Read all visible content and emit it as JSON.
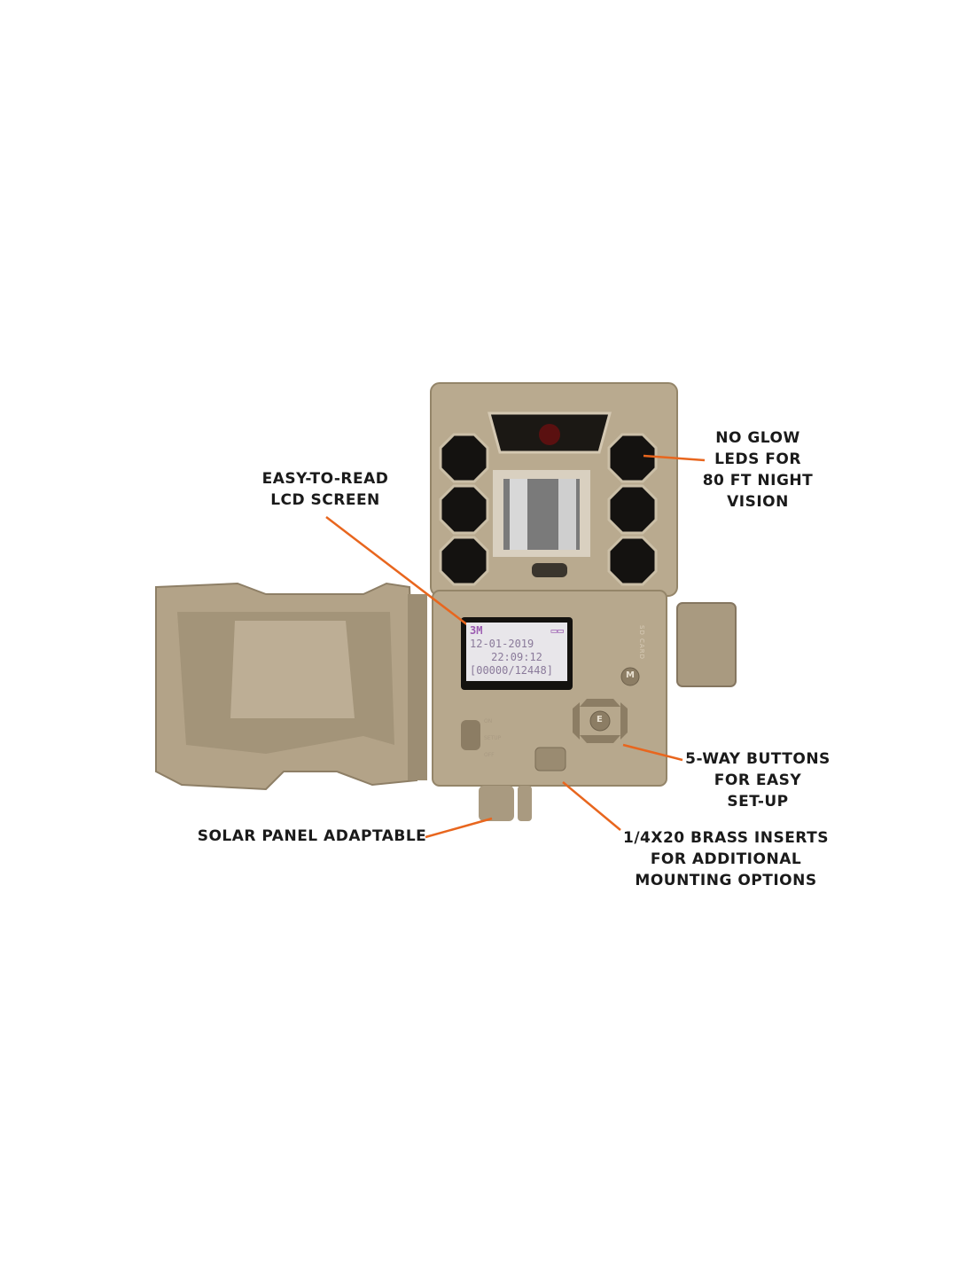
{
  "callouts": {
    "lcd": [
      "EASY-TO-READ",
      "LCD SCREEN"
    ],
    "leds": [
      "NO GLOW",
      "LEDS FOR",
      "80 FT NIGHT",
      "VISION"
    ],
    "buttons": [
      "5-WAY BUTTONS",
      "FOR EASY",
      "SET-UP"
    ],
    "solar": "SOLAR PANEL ADAPTABLE",
    "brass": [
      "1/4X20 BRASS INSERTS",
      "FOR ADDITIONAL",
      "MOUNTING OPTIONS"
    ]
  },
  "lcd_screen": {
    "mode": "3M",
    "date": "12-01-2019",
    "time": "22:09:12",
    "count": "[00000/12448]"
  },
  "switch_labels": [
    "ON",
    "SETUP",
    "OFF"
  ],
  "side_label": "SD CARD",
  "button_labels": {
    "menu": "M",
    "enter": "E"
  },
  "colors": {
    "accent": "#e8661e",
    "body": "#b9aa8f"
  }
}
